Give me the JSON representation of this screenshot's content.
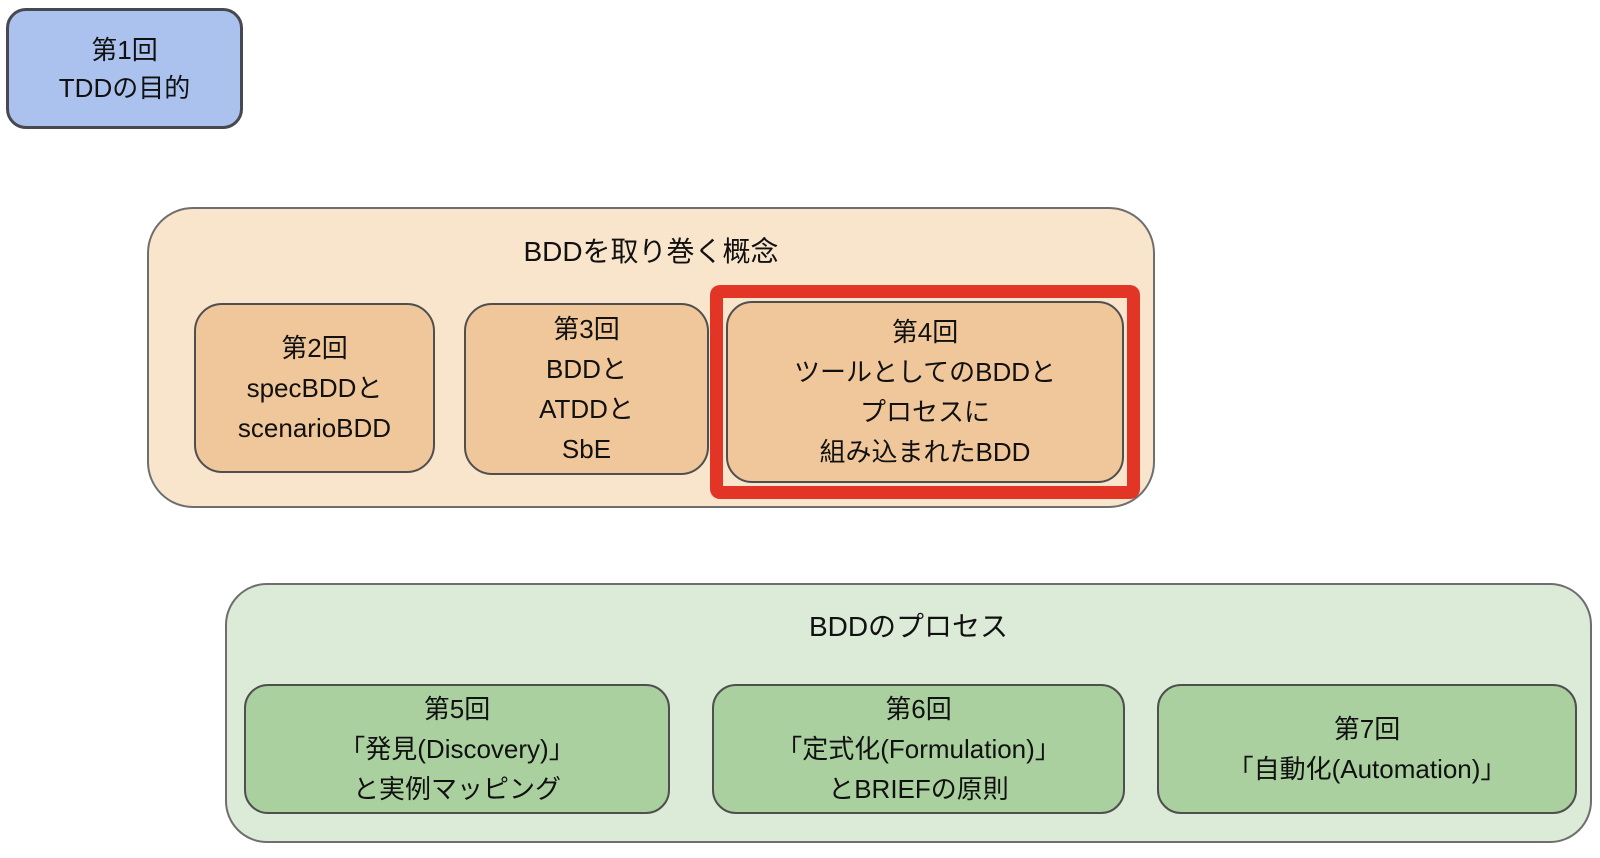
{
  "colors": {
    "standalone_fill": "#abc2ee",
    "concepts_group_fill": "#f9e4cc",
    "concepts_node_fill": "#f0c79a",
    "process_group_fill": "#dcead8",
    "process_node_fill": "#abd0a0",
    "highlight_red": "#e23526",
    "node_border": "#4f4f4f",
    "text": "#111111"
  },
  "standalone_box": {
    "lines": [
      "第1回",
      "TDDの目的"
    ]
  },
  "concepts_group": {
    "title": "BDDを取り巻く概念",
    "boxes": [
      {
        "lines": [
          "第2回",
          "specBDDと",
          "scenarioBDD"
        ],
        "highlighted": false
      },
      {
        "lines": [
          "第3回",
          "BDDと",
          "ATDDと",
          "SbE"
        ],
        "highlighted": false
      },
      {
        "lines": [
          "第4回",
          "ツールとしてのBDDと",
          "プロセスに",
          "組み込まれたBDD"
        ],
        "highlighted": true
      }
    ]
  },
  "process_group": {
    "title": "BDDのプロセス",
    "boxes": [
      {
        "lines": [
          "第5回",
          "「発見(Discovery)」",
          "と実例マッピング"
        ],
        "highlighted": false
      },
      {
        "lines": [
          "第6回",
          "「定式化(Formulation)」",
          "とBRIEFの原則"
        ],
        "highlighted": false
      },
      {
        "lines": [
          "第7回",
          "「自動化(Automation)」"
        ],
        "highlighted": false
      }
    ]
  }
}
